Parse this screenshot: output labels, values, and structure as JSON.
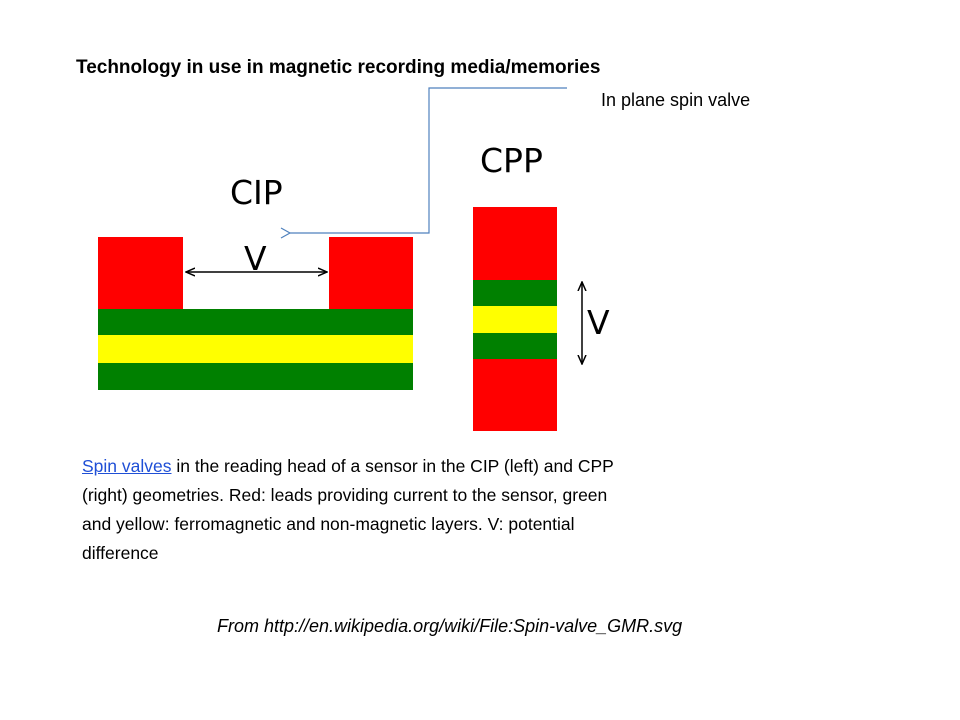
{
  "title": "Technology in use in magnetic recording media/memories",
  "callout": "In plane spin valve",
  "diagram": {
    "cip_label": "CIP",
    "cpp_label": "CPP",
    "cip_voltage": "V",
    "cpp_voltage": "V",
    "colors": {
      "lead": "#ff0000",
      "ferromagnetic": "#008000",
      "non_magnetic": "#ffff00",
      "callout_line": "#4f81bd"
    }
  },
  "caption": {
    "link_text": "Spin valves",
    "text": " in the reading head of a sensor in the CIP (left) and CPP (right) geometries. Red: leads providing current to the sensor, green and yellow: ferromagnetic and non-magnetic layers. V: potential difference"
  },
  "source": "From http://en.wikipedia.org/wiki/File:Spin-valve_GMR.svg"
}
